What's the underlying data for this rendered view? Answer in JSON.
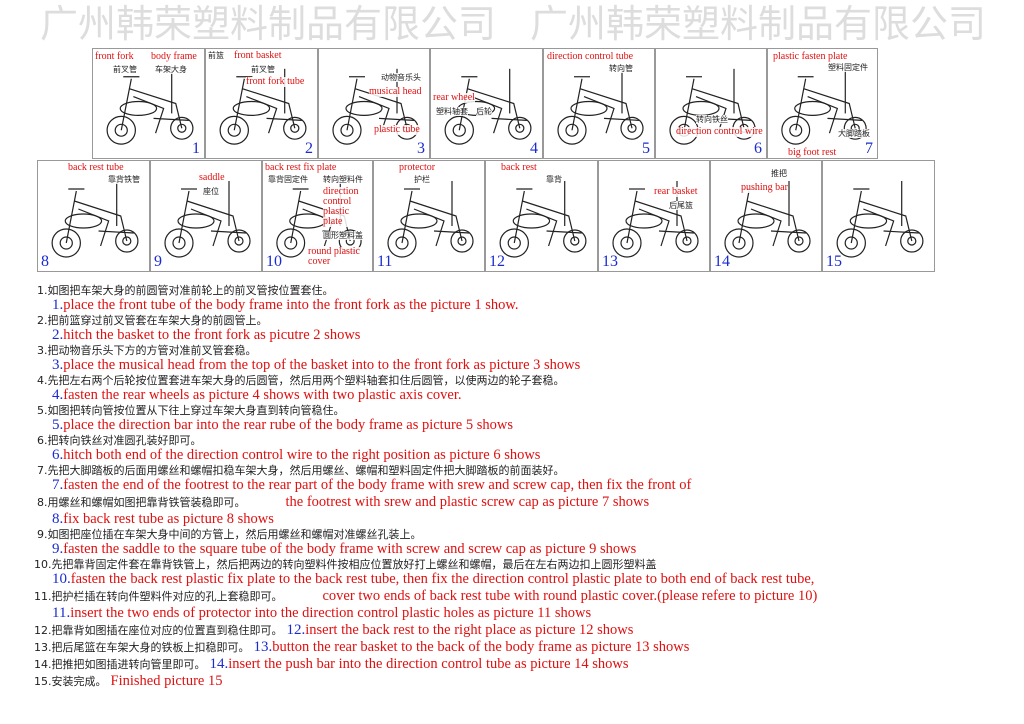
{
  "watermark": "广州韩荣塑料制品有限公司",
  "panels": [
    {
      "num": "1",
      "labels": [
        "front fork",
        "body frame"
      ],
      "cn": [
        "前叉管",
        "车架大身"
      ]
    },
    {
      "num": "2",
      "labels": [
        "front basket",
        "front fork tube"
      ],
      "cn": [
        "前篮",
        "前叉管"
      ]
    },
    {
      "num": "3",
      "labels": [
        "musical head",
        "plastic tube"
      ],
      "cn": [
        "动物音乐头"
      ]
    },
    {
      "num": "4",
      "labels": [
        "rear wheel"
      ],
      "cn": [
        "塑料轴套",
        "后轮"
      ]
    },
    {
      "num": "5",
      "labels": [
        "direction control tube"
      ],
      "cn": [
        "转向管"
      ]
    },
    {
      "num": "6",
      "labels": [
        "direction control wire"
      ],
      "cn": [
        "转向铁丝"
      ]
    },
    {
      "num": "7",
      "labels": [
        "plastic fasten plate",
        "big foot rest"
      ],
      "cn": [
        "塑料固定件",
        "大脚踏板"
      ]
    },
    {
      "num": "8",
      "labels": [
        "back rest tube"
      ],
      "cn": [
        "靠背铁管"
      ]
    },
    {
      "num": "9",
      "labels": [
        "saddle"
      ],
      "cn": [
        "座位"
      ]
    },
    {
      "num": "10",
      "labels": [
        "back rest fix plate",
        "direction control plastic plate",
        "round plastic cover"
      ],
      "cn": [
        "靠背固定件",
        "转向塑料件",
        "圆形塑料盖"
      ]
    },
    {
      "num": "11",
      "labels": [
        "protector"
      ],
      "cn": [
        "护栏"
      ]
    },
    {
      "num": "12",
      "labels": [
        "back rest"
      ],
      "cn": [
        "靠背"
      ]
    },
    {
      "num": "13",
      "labels": [
        "rear basket"
      ],
      "cn": [
        "后尾篮"
      ]
    },
    {
      "num": "14",
      "labels": [
        "pushing bar"
      ],
      "cn": [
        "推把"
      ]
    },
    {
      "num": "15",
      "labels": [],
      "cn": []
    }
  ],
  "steps": [
    {
      "cn": "1.如图把车架大身的前圆管对准前轮上的前叉管按位置套住。",
      "num": "1.",
      "en": "place the front tube of the body frame into the front fork as the picture 1 show."
    },
    {
      "cn": "2.把前篮穿过前叉管套在车架大身的前圆管上。",
      "num": "2.",
      "en": "hitch the basket to the front fork as picutre 2 shows"
    },
    {
      "cn": "3.把动物音乐头下方的方管对准前叉管套稳。",
      "num": "3.",
      "en": "place the musical head from the top of the basket into to the front fork as picture 3 shows"
    },
    {
      "cn": "4.先把左右两个后轮按位置套进车架大身的后圆管，然后用两个塑料轴套扣住后圆管，以使两边的轮子套稳。",
      "num": "4.",
      "en": "fasten the rear wheels as picture 4 shows with two plastic axis cover."
    },
    {
      "cn": "5.如图把转向管按位置从下往上穿过车架大身直到转向管稳住。",
      "num": "5.",
      "en": "place the direction bar into the rear rube of the body frame as picture 5 shows"
    },
    {
      "cn": "6.把转向铁丝对准圆孔装好即可。",
      "num": "6.",
      "en": "hitch both end of the direction control wire to the right position as picture 6 shows"
    },
    {
      "cn": "7.先把大脚踏板的后面用螺丝和螺帽扣稳车架大身，然后用螺丝、螺帽和塑料固定件把大脚踏板的前面装好。",
      "num": "7.",
      "en": "fasten the end of the footrest to the rear part of the body frame with srew and screw cap, then fix the front of",
      "en2": "the footrest with srew and plastic screw cap as picture 7 shows"
    },
    {
      "cn": "8.用螺丝和螺帽如图把靠背铁管装稳即可。",
      "num": "8.",
      "en": "fix back rest tube as picture 8 shows"
    },
    {
      "cn": "9.如图把座位插在车架大身中间的方管上，然后用螺丝和螺帽对准螺丝孔装上。",
      "num": "9.",
      "en": "fasten the saddle to the square tube of the body frame with screw and screw cap as picture 9 shows"
    },
    {
      "cn": "10.先把靠背固定件套在靠背铁管上，然后把两边的转向塑料件按相应位置放好打上螺丝和螺帽，最后在左右两边扣上圆形塑料盖",
      "num": "10.",
      "en": "fasten the back rest plastic fix plate to the back rest tube, then fix the direction control plastic plate to both end of  back rest tube,",
      "en2": "cover two ends of back rest tube with round plastic cover.(please refere to picture 10)"
    },
    {
      "cn": "11.把护栏插在转向件塑料件对应的孔上套稳即可。",
      "num": "11.",
      "en": "insert the two ends of protector into the direction control plastic holes as picture 11 shows"
    },
    {
      "cn": "12.把靠背如图插在座位对应的位置直到稳住即可。",
      "num": "12.",
      "en": "insert the back rest to the right place as picture 12 shows"
    },
    {
      "cn": "13.把后尾篮在车架大身的铁板上扣稳即可。",
      "num": "13.",
      "en": "button the rear basket to the back of the body frame as picture 13 shows"
    },
    {
      "cn": "14.把推把如图插进转向管里即可。",
      "num": "14.",
      "en": "insert the push bar into the direction control tube as picture 14 shows"
    },
    {
      "cn": "15.安装完成。",
      "num": "",
      "en": "Finished picture 15"
    }
  ]
}
